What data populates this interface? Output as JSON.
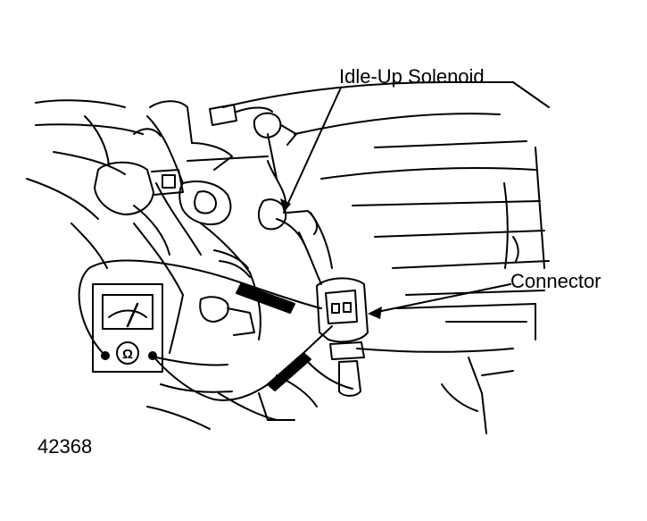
{
  "labels": {
    "idle_up_solenoid": "Idle-Up Solenoid",
    "connector": "Connector",
    "figure_number": "42368"
  },
  "meter": {
    "dial_symbol": "Ω"
  }
}
